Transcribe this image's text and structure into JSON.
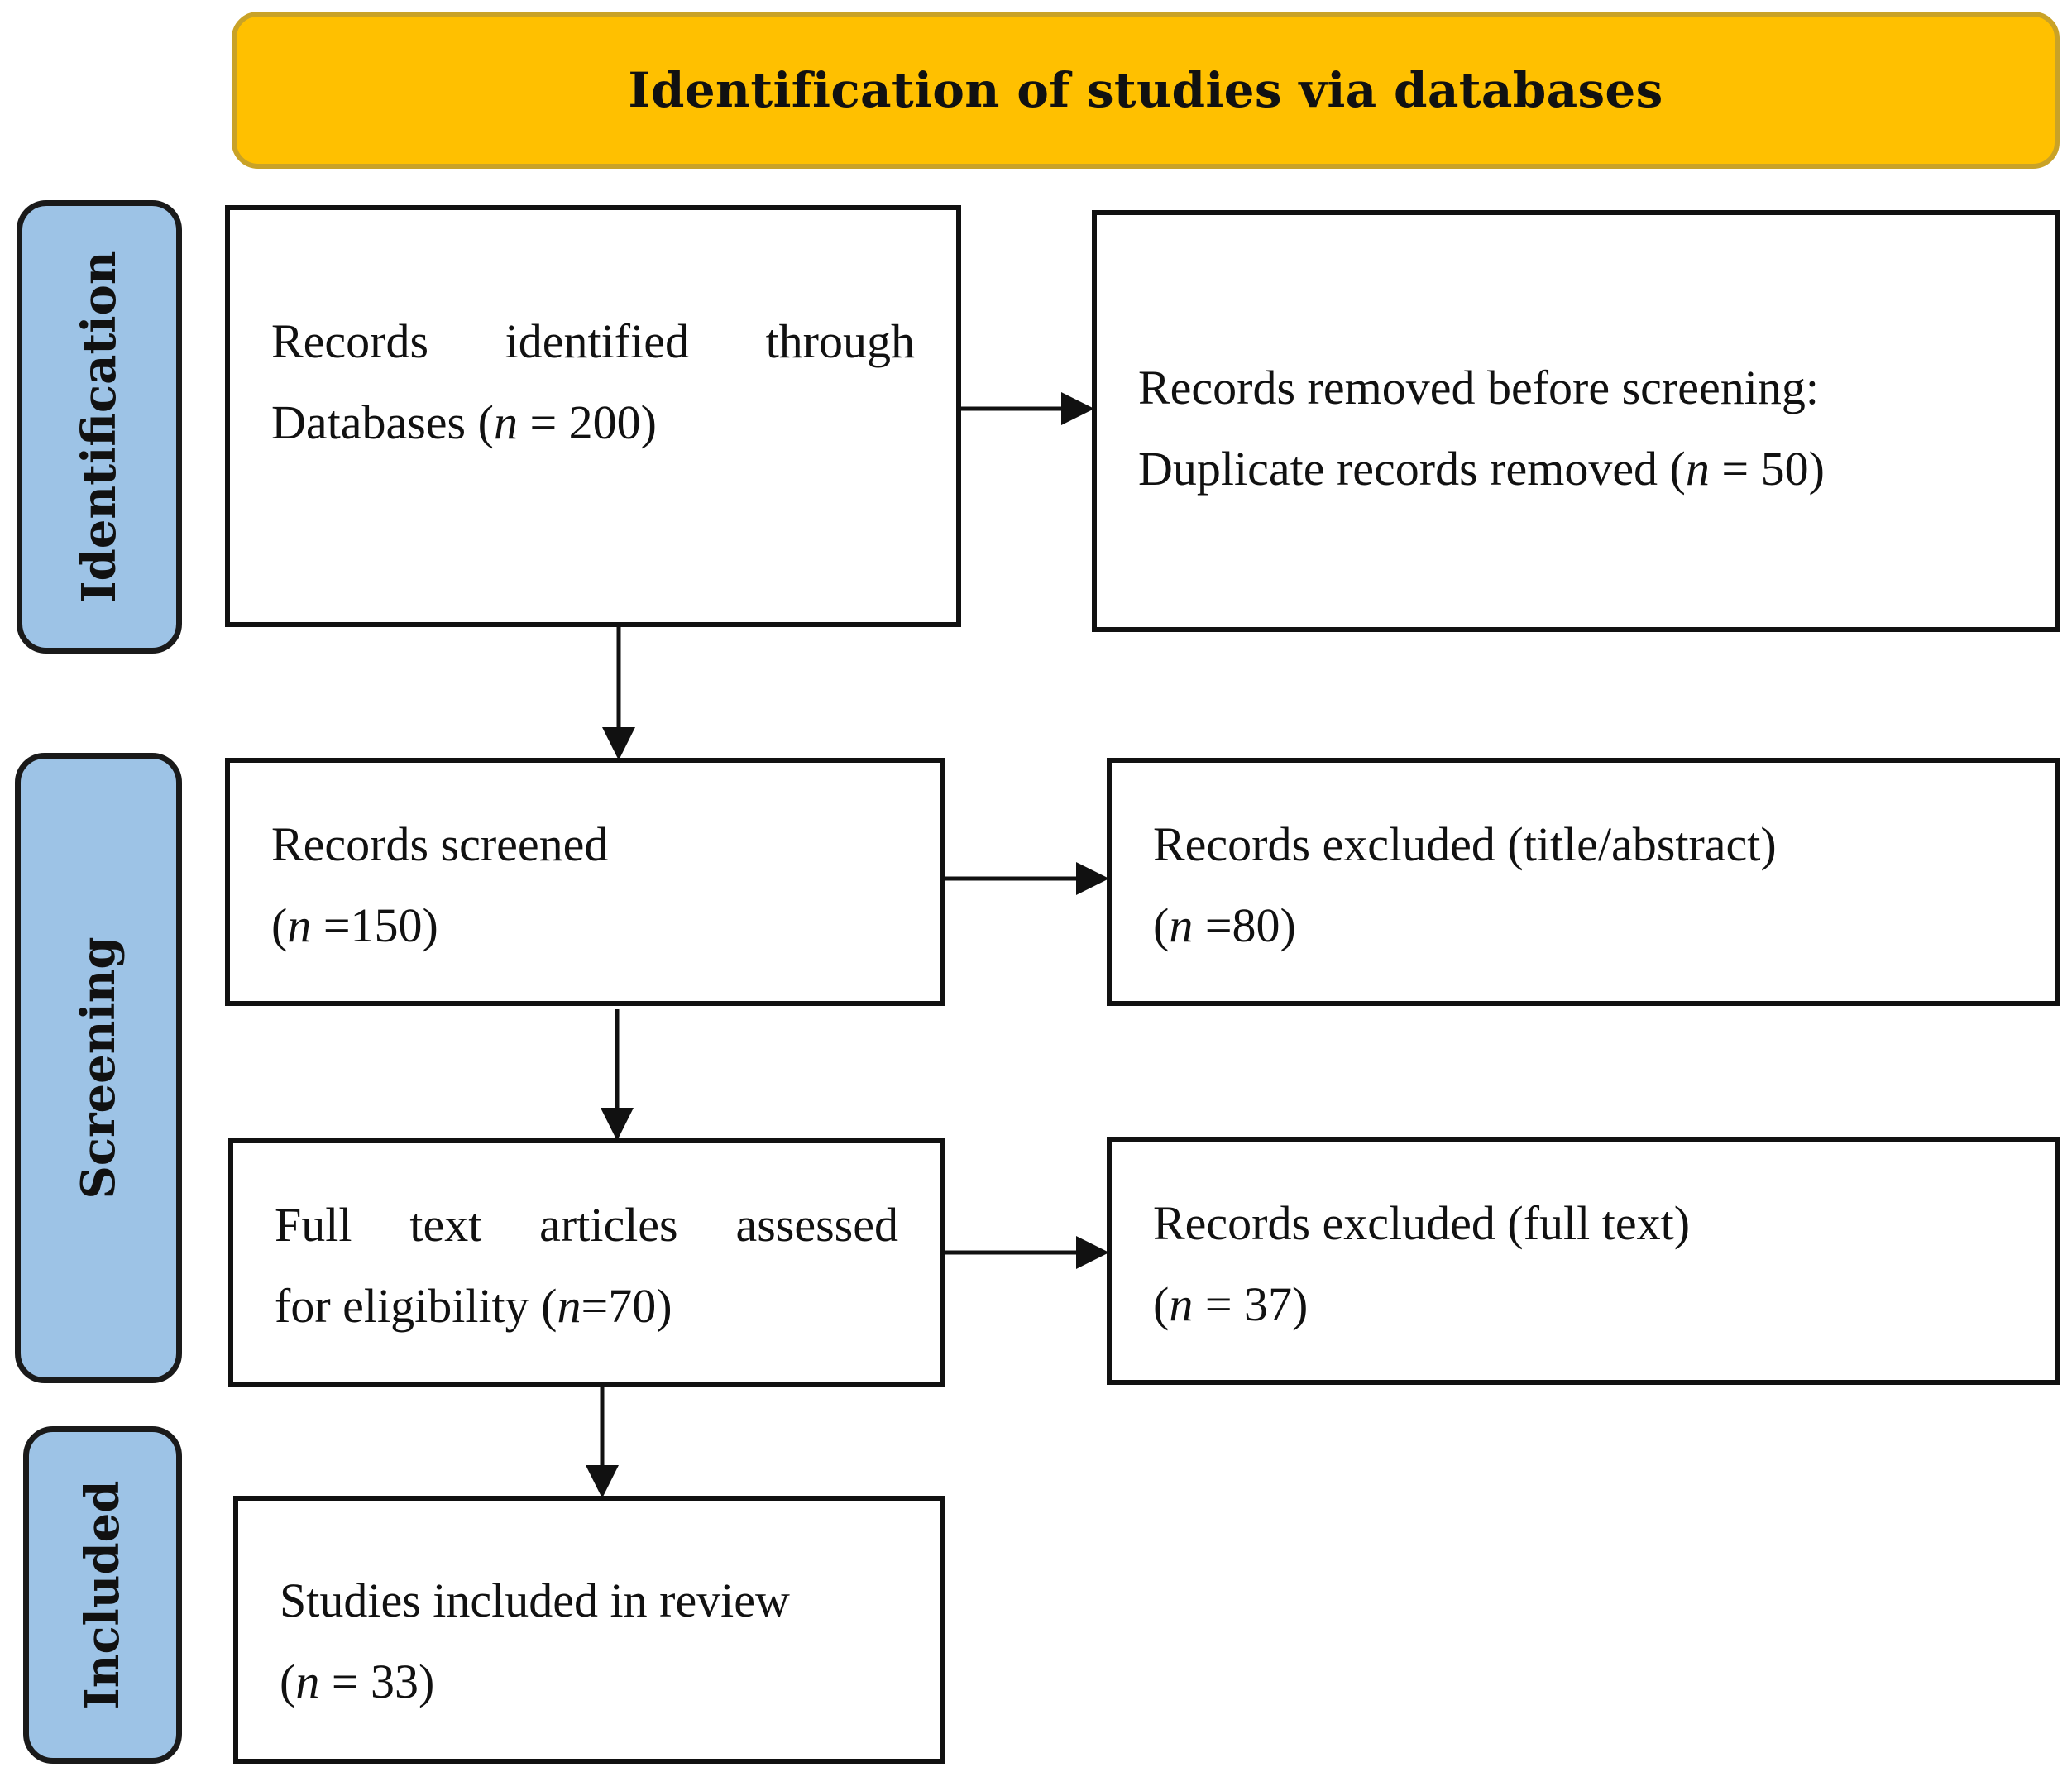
{
  "banner": {
    "title": "Identification of studies via databases"
  },
  "phases": {
    "identification": "Identification",
    "screening": "Screening",
    "included": "Included"
  },
  "boxes": {
    "identified": {
      "line1": "Records identified through",
      "line2_prefix": "Databases (",
      "n_symbol": "n",
      "line2_suffix": " = 200)"
    },
    "removed": {
      "line1": "Records removed before screening:",
      "line2_prefix": "Duplicate records removed (",
      "n_symbol": "n",
      "line2_suffix": " = 50)"
    },
    "screened": {
      "line1": "Records screened",
      "line2_prefix": "(",
      "n_symbol": "n",
      "line2_suffix": " =150)"
    },
    "excluded_title_abstract": {
      "line1": "Records excluded (title/abstract)",
      "line2_prefix": "(",
      "n_symbol": "n",
      "line2_suffix": " =80)"
    },
    "full_text": {
      "line1": "Full text articles assessed",
      "line2_prefix": "for eligibility (",
      "n_symbol": "n",
      "line2_suffix": "=70)"
    },
    "excluded_full_text": {
      "line1": "Records excluded (full text)",
      "line2_prefix": "(",
      "n_symbol": "n",
      "line2_suffix": " = 37)"
    },
    "included": {
      "line1": "Studies included in review",
      "line2_prefix": "(",
      "n_symbol": "n",
      "line2_suffix": " = 33)"
    }
  },
  "colors": {
    "banner_fill": "#FFC000",
    "banner_border": "#C9A227",
    "phase_fill": "#9DC3E6",
    "line": "#111111"
  }
}
